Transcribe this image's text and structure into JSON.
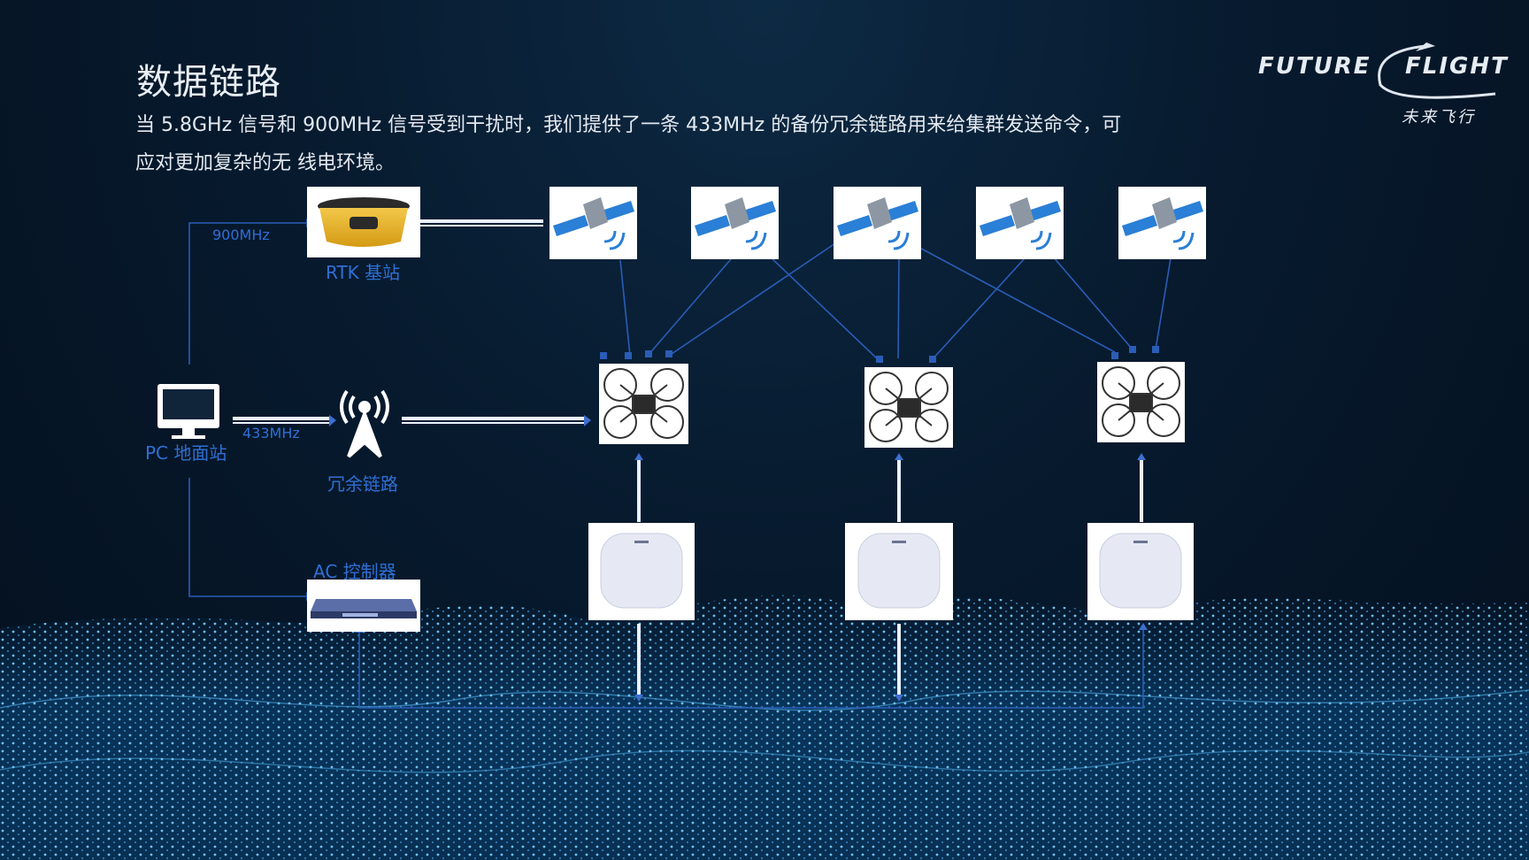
{
  "title": "数据链路",
  "description_line1": "当 5.8GHz 信号和 900MHz 信号受到干扰时，我们提供了一条 433MHz 的备份冗余链路用来给集群发送命令，可",
  "description_line2": "应对更加复杂的无 线电环境。",
  "logo": {
    "text_future": "FUTURE",
    "text_flight": "FLIGHT",
    "subtitle": "未来飞行"
  },
  "nodes": {
    "rtk": "RTK 基站",
    "pc": "PC 地面站",
    "redundant": "冗余链路",
    "ac": "AC 控制器"
  },
  "links": {
    "f900": "900MHz",
    "f433": "433MHz"
  },
  "colors": {
    "accent": "#2f6fd4",
    "line": "#2a5db8",
    "text": "#e3e9f0"
  },
  "icons": [
    "satellite-icon",
    "rtk-receiver-icon",
    "monitor-icon",
    "antenna-tower-icon",
    "drone-icon",
    "access-point-icon",
    "ac-controller-icon"
  ]
}
